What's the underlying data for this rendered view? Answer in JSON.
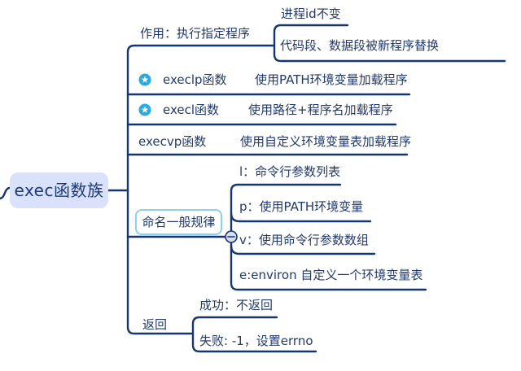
{
  "colors": {
    "branch_line": "#15376E",
    "text": "#22396B",
    "star_marker": "#29ABE2",
    "root_fill": "#D9E1FB",
    "naming_box_border": "#8CD0F4",
    "collapse_fill": "#D8DCF2"
  },
  "root": {
    "label": "exec函数族"
  },
  "branches": [
    {
      "id": "purpose",
      "label": "作用：执行指定程序",
      "children": [
        {
          "label": "进程id不变"
        },
        {
          "label": "代码段、数据段被新程序替换"
        }
      ]
    },
    {
      "id": "execlp",
      "marker": "star-icon",
      "label": "execlp函数",
      "children": [
        {
          "label": "使用PATH环境变量加载程序"
        }
      ]
    },
    {
      "id": "execl",
      "marker": "star-icon",
      "label": "execl函数",
      "children": [
        {
          "label": "使用路径+程序名加载程序"
        }
      ]
    },
    {
      "id": "execvp",
      "label": "execvp函数",
      "children": [
        {
          "label": "使用自定义环境变量表加载程序"
        }
      ]
    },
    {
      "id": "naming",
      "label": "命名一般规律",
      "collapsed": false,
      "children": [
        {
          "label": "l：命令行参数列表"
        },
        {
          "label": "p：使用PATH环境变量"
        },
        {
          "label": "v：使用命令行参数数组"
        },
        {
          "label": "e:environ 自定义一个环境变量表"
        }
      ]
    },
    {
      "id": "return",
      "label": "返回",
      "children": [
        {
          "label": "成功：不返回"
        },
        {
          "label": "失败: -1，设置errno"
        }
      ]
    }
  ],
  "controls": {
    "collapse_symbol": "−"
  }
}
